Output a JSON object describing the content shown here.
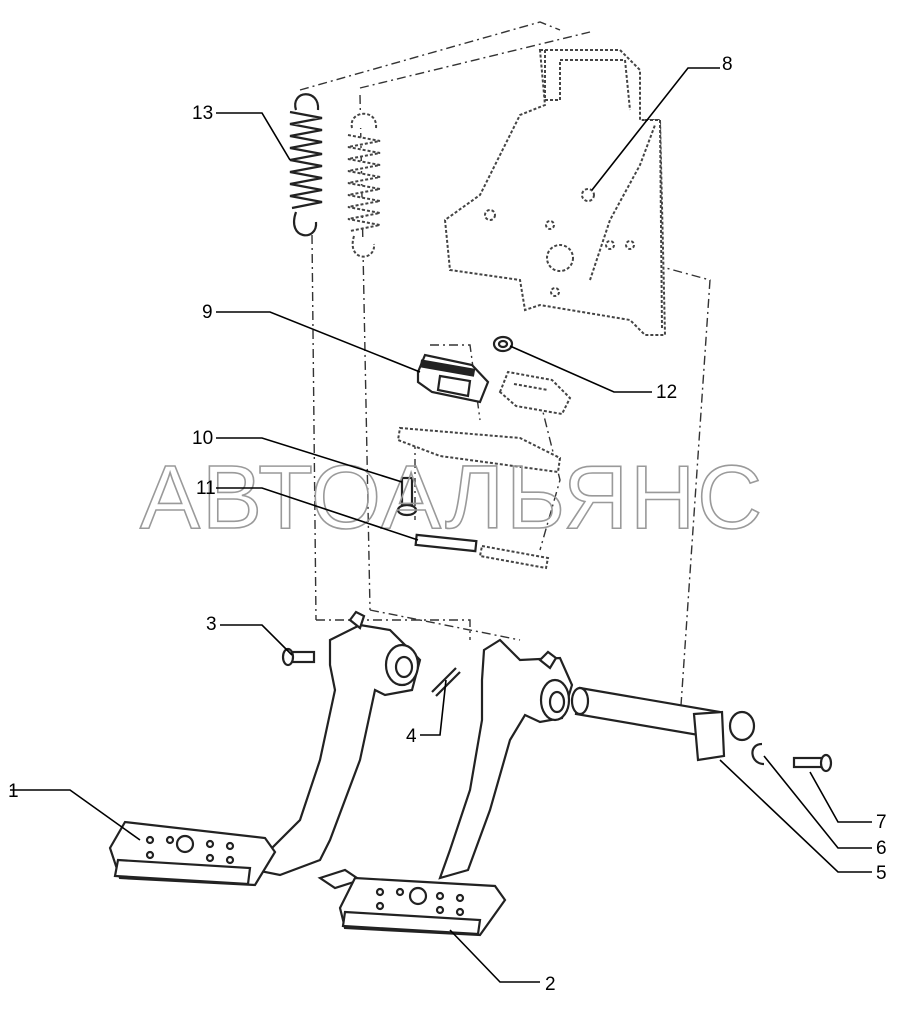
{
  "watermark": {
    "text": "АВТОАЛЬЯНС"
  },
  "callouts": [
    {
      "id": "1",
      "label": "1"
    },
    {
      "id": "2",
      "label": "2"
    },
    {
      "id": "3",
      "label": "3"
    },
    {
      "id": "4",
      "label": "4"
    },
    {
      "id": "5",
      "label": "5"
    },
    {
      "id": "6",
      "label": "6"
    },
    {
      "id": "7",
      "label": "7"
    },
    {
      "id": "8",
      "label": "8"
    },
    {
      "id": "9",
      "label": "9"
    },
    {
      "id": "10",
      "label": "10"
    },
    {
      "id": "11",
      "label": "11"
    },
    {
      "id": "12",
      "label": "12"
    },
    {
      "id": "13",
      "label": "13"
    }
  ],
  "colors": {
    "line": "#222222",
    "watermark": "#9a9a9a",
    "background": "#ffffff"
  },
  "icons": [
    "spring-icon",
    "bracket-icon",
    "pedal-icon",
    "shaft-icon",
    "bolt-icon"
  ]
}
